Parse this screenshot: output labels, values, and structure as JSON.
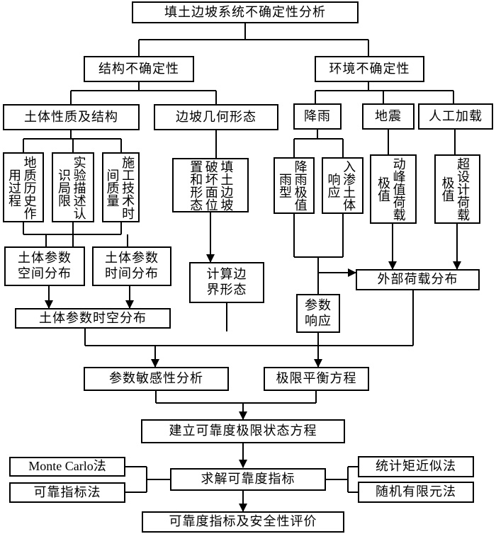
{
  "diagram": {
    "title": "填土边坡系统不确定性分析",
    "structural": {
      "label": "结构不确定性",
      "soil_properties": "土体性质及结构",
      "geology_history": "地质历史作用过程",
      "experiment_limits": "实验描述认识局限",
      "construction_quality": "施工技术时间质量",
      "slope_geometry": "边坡几何形态",
      "failure_surface": "填土边坡破坏面位置和形态"
    },
    "environmental": {
      "label": "环境不确定性",
      "rainfall": "降雨",
      "earthquake": "地震",
      "artificial_load": "人工加载",
      "rainfall_extreme": "降雨极值雨型",
      "infiltration": "入渗土体响应",
      "dynamic_peak": "动峰值荷载极值",
      "design_load": "超设计荷载极值"
    },
    "spatial": "土体参数空间分布",
    "temporal": "土体参数时间分布",
    "boundary": "计算边界形态",
    "param_response": "参数响应",
    "external_load": "外部荷载分布",
    "spatiotemporal": "土体参数时空分布",
    "sensitivity": "参数敏感性分析",
    "limit_eq": "极限平衡方程",
    "limit_state": "建立可靠度极限状态方程",
    "solve": "求解可靠度指标",
    "methods": {
      "monte_carlo": "Monte Carlo法",
      "reliability_index": "可靠指标法",
      "moment_approx": "统计矩近似法",
      "random_fem": "随机有限元法"
    },
    "evaluation": "可靠度指标及安全性评价"
  }
}
